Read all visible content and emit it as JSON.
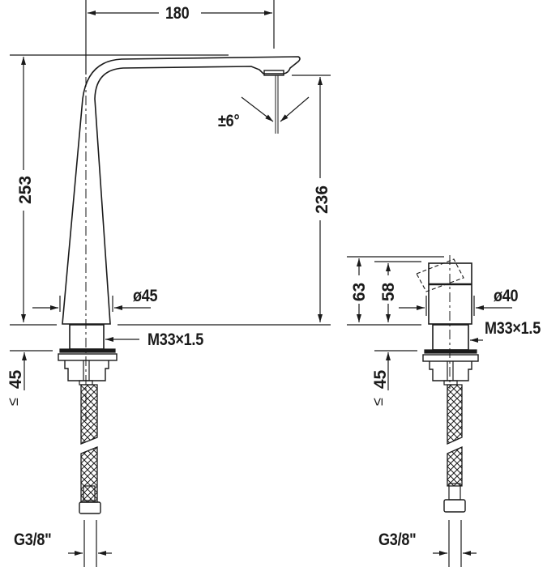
{
  "drawing": {
    "title": "Faucet technical dimension drawing",
    "colors": {
      "line": "#1a1a1a",
      "background": "#ffffff"
    },
    "spout": {
      "reach": "180",
      "total_height": "253",
      "outlet_height": "236",
      "angle": "±6°",
      "diameter": "ø45",
      "thread": "M33×1.5",
      "max_deck_thickness": "45",
      "max_symbol": "≤",
      "connection": "G3/8\""
    },
    "handle": {
      "total_height": "63",
      "body_height": "58",
      "diameter": "ø40",
      "thread": "M33×1.5",
      "max_deck_thickness": "45",
      "max_symbol": "≤",
      "connection": "G3/8\""
    }
  }
}
